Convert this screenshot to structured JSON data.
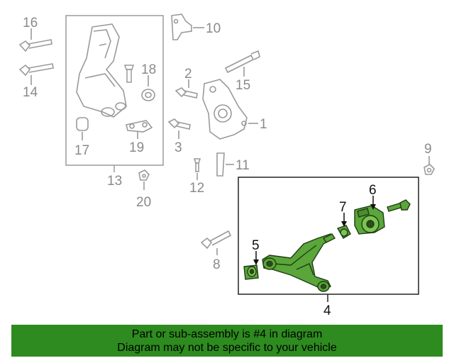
{
  "colors": {
    "accent": "#5aa63a",
    "ghost": "#9a9a9a",
    "banner": "#2e8b1f"
  },
  "callouts": {
    "c1": "1",
    "c2": "2",
    "c3": "3",
    "c4": "4",
    "c5": "5",
    "c6": "6",
    "c7": "7",
    "c8": "8",
    "c9": "9",
    "c10": "10",
    "c11": "11",
    "c12": "12",
    "c13": "13",
    "c14": "14",
    "c15": "15",
    "c16": "16",
    "c17": "17",
    "c18": "18",
    "c19": "19",
    "c20": "20"
  },
  "banner": {
    "line1": "Part or sub-assembly is #4 in diagram",
    "line2": "Diagram may not be specific to your vehicle"
  }
}
